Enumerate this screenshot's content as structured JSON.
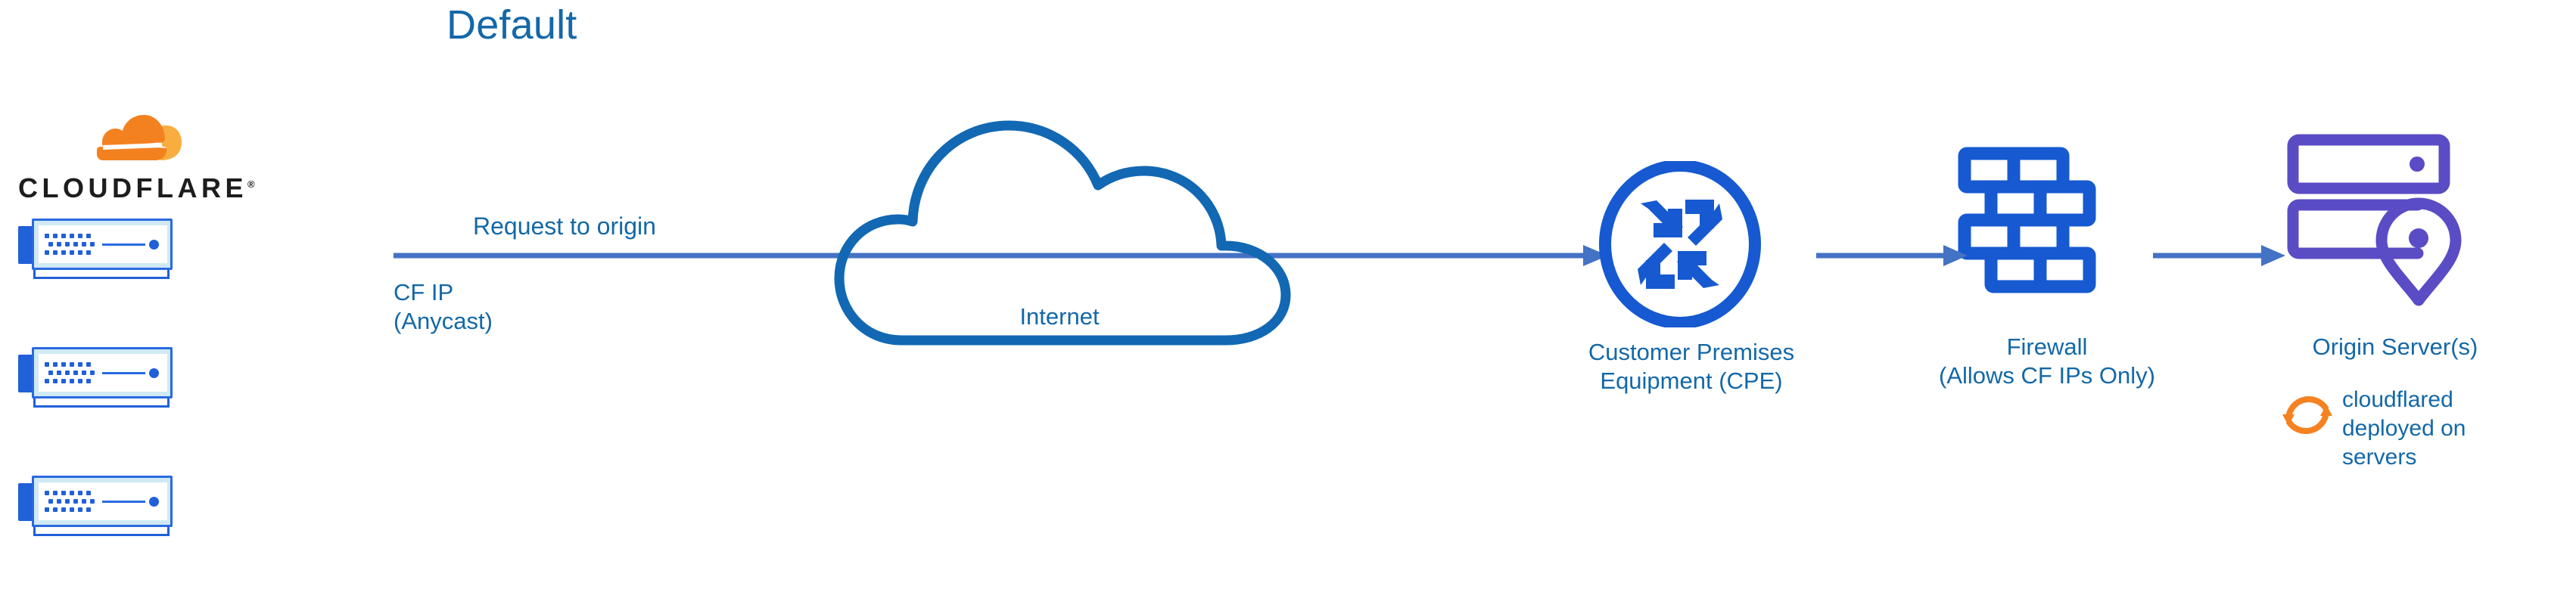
{
  "title": "Default",
  "colors": {
    "title_blue": "#1368a8",
    "label_blue": "#1368a8",
    "arrow_blue": "#4472c4",
    "node_blue": "#1659d1",
    "cloud_blue": "#1268b3",
    "rack_blue": "#2060d8",
    "rack_fill": "#cfeaf4",
    "origin_purple": "#5a4cc4",
    "cloudflare_orange": "#f48120",
    "cloudflare_orange_light": "#faad3f",
    "wordmark_black": "#1d1d1d",
    "background": "#ffffff"
  },
  "brand": {
    "name": "CLOUDFLARE",
    "registered_mark": "®",
    "logo_icon": "cloudflare-cloud-mark"
  },
  "racks": [
    {
      "name": "cloudflare-edge-server-1",
      "icon": "server-rack-icon"
    },
    {
      "name": "cloudflare-edge-server-2",
      "icon": "server-rack-icon"
    },
    {
      "name": "cloudflare-edge-server-3",
      "icon": "server-rack-icon"
    }
  ],
  "labels": {
    "cf_ip": "CF IP\n(Anycast)",
    "request_to_origin": "Request to origin",
    "internet": "Internet",
    "cpe": "Customer Premises\nEquipment (CPE)",
    "firewall": "Firewall\n(Allows CF IPs Only)",
    "origin_server": "Origin Server(s)",
    "cloudflared": "cloudflared\ndeployed on\nservers"
  },
  "nodes": [
    {
      "id": "internet",
      "icon": "cloud-outline-icon",
      "label": "Internet"
    },
    {
      "id": "cpe",
      "icon": "router-pinwheel-icon",
      "label": "Customer Premises Equipment (CPE)"
    },
    {
      "id": "firewall",
      "icon": "brick-wall-icon",
      "label": "Firewall (Allows CF IPs Only)"
    },
    {
      "id": "origin",
      "icon": "server-location-pin-icon",
      "label": "Origin Server(s)"
    },
    {
      "id": "cloudflared",
      "icon": "orange-sync-arrows-icon",
      "label": "cloudflared deployed on servers"
    }
  ],
  "arrows": [
    {
      "id": "arrow-main",
      "from": "cloudflare-edge",
      "to": "cpe",
      "label": "Request to origin"
    },
    {
      "id": "arrow-cpe-fw",
      "from": "cpe",
      "to": "firewall",
      "label": ""
    },
    {
      "id": "arrow-fw-org",
      "from": "firewall",
      "to": "origin",
      "label": ""
    }
  ]
}
